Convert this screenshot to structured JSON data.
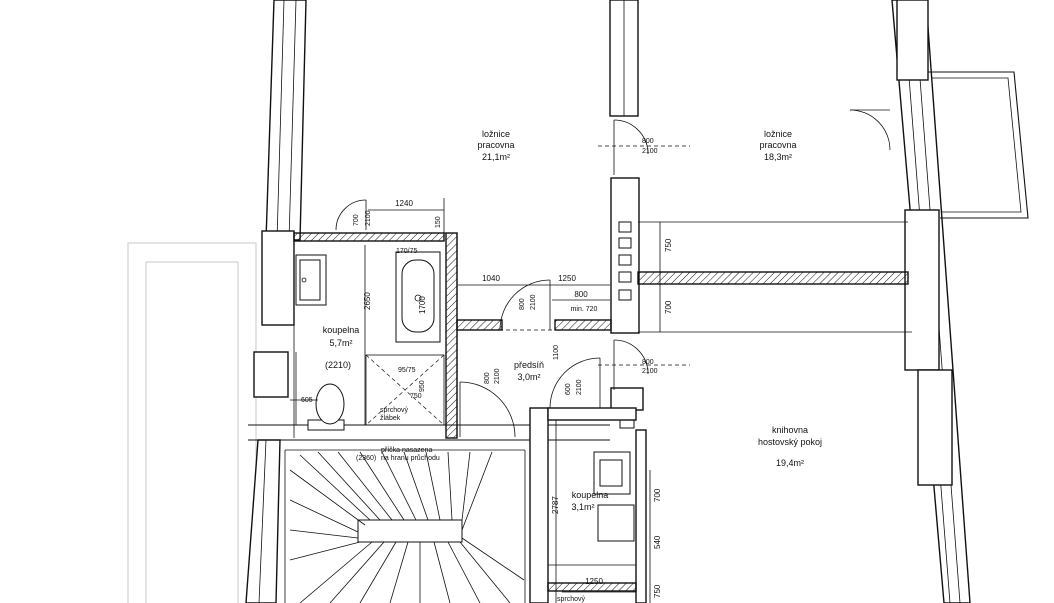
{
  "rooms": {
    "bedroom_left": {
      "line1": "ložnice",
      "line2": "pracovna",
      "area": "21,1m²"
    },
    "bedroom_right": {
      "line1": "ložnice",
      "line2": "pracovna",
      "area": "18,3m²"
    },
    "bathroom_big": {
      "line1": "koupelna",
      "area": "5,7m²",
      "note": "(2210)"
    },
    "hallway": {
      "line1": "předsíň",
      "area": "3,0m²"
    },
    "library": {
      "line1": "knihovna",
      "line2": "hostovský pokoj",
      "area": "19,4m²"
    },
    "bathroom_small": {
      "line1": "koupelna",
      "area": "3,1m²"
    }
  },
  "dimensions": {
    "d1240": "1240",
    "d700a": "700",
    "d2100a": "2100",
    "d150": "150",
    "d170_75": "170/75",
    "d2650": "2650",
    "d1700": "1700",
    "d1040": "1040",
    "d1250a": "1250",
    "d800a": "800",
    "d2100b": "2100",
    "d800b": "800",
    "min720": "min. 720",
    "d800c": "800",
    "d2100c": "2100",
    "d750a": "750",
    "d700b": "700",
    "d95_75": "95/75",
    "d950": "950",
    "d750b": "750",
    "d605": "605",
    "d800d": "800",
    "d2100d": "2100",
    "d1100": "1100",
    "d600": "600",
    "d2100e": "2100",
    "d800e": "800",
    "d2100f": "2100",
    "d2787": "2787",
    "d700c": "700",
    "d540": "540",
    "d750c": "750",
    "d1250b": "1250",
    "d2360": "(2360)"
  },
  "notes": {
    "shower1": "sprchový",
    "shower1b": "žlábek",
    "partition1": "příčka nasazena",
    "partition2": "na hranu průchodu",
    "shower2": "sprchový"
  }
}
